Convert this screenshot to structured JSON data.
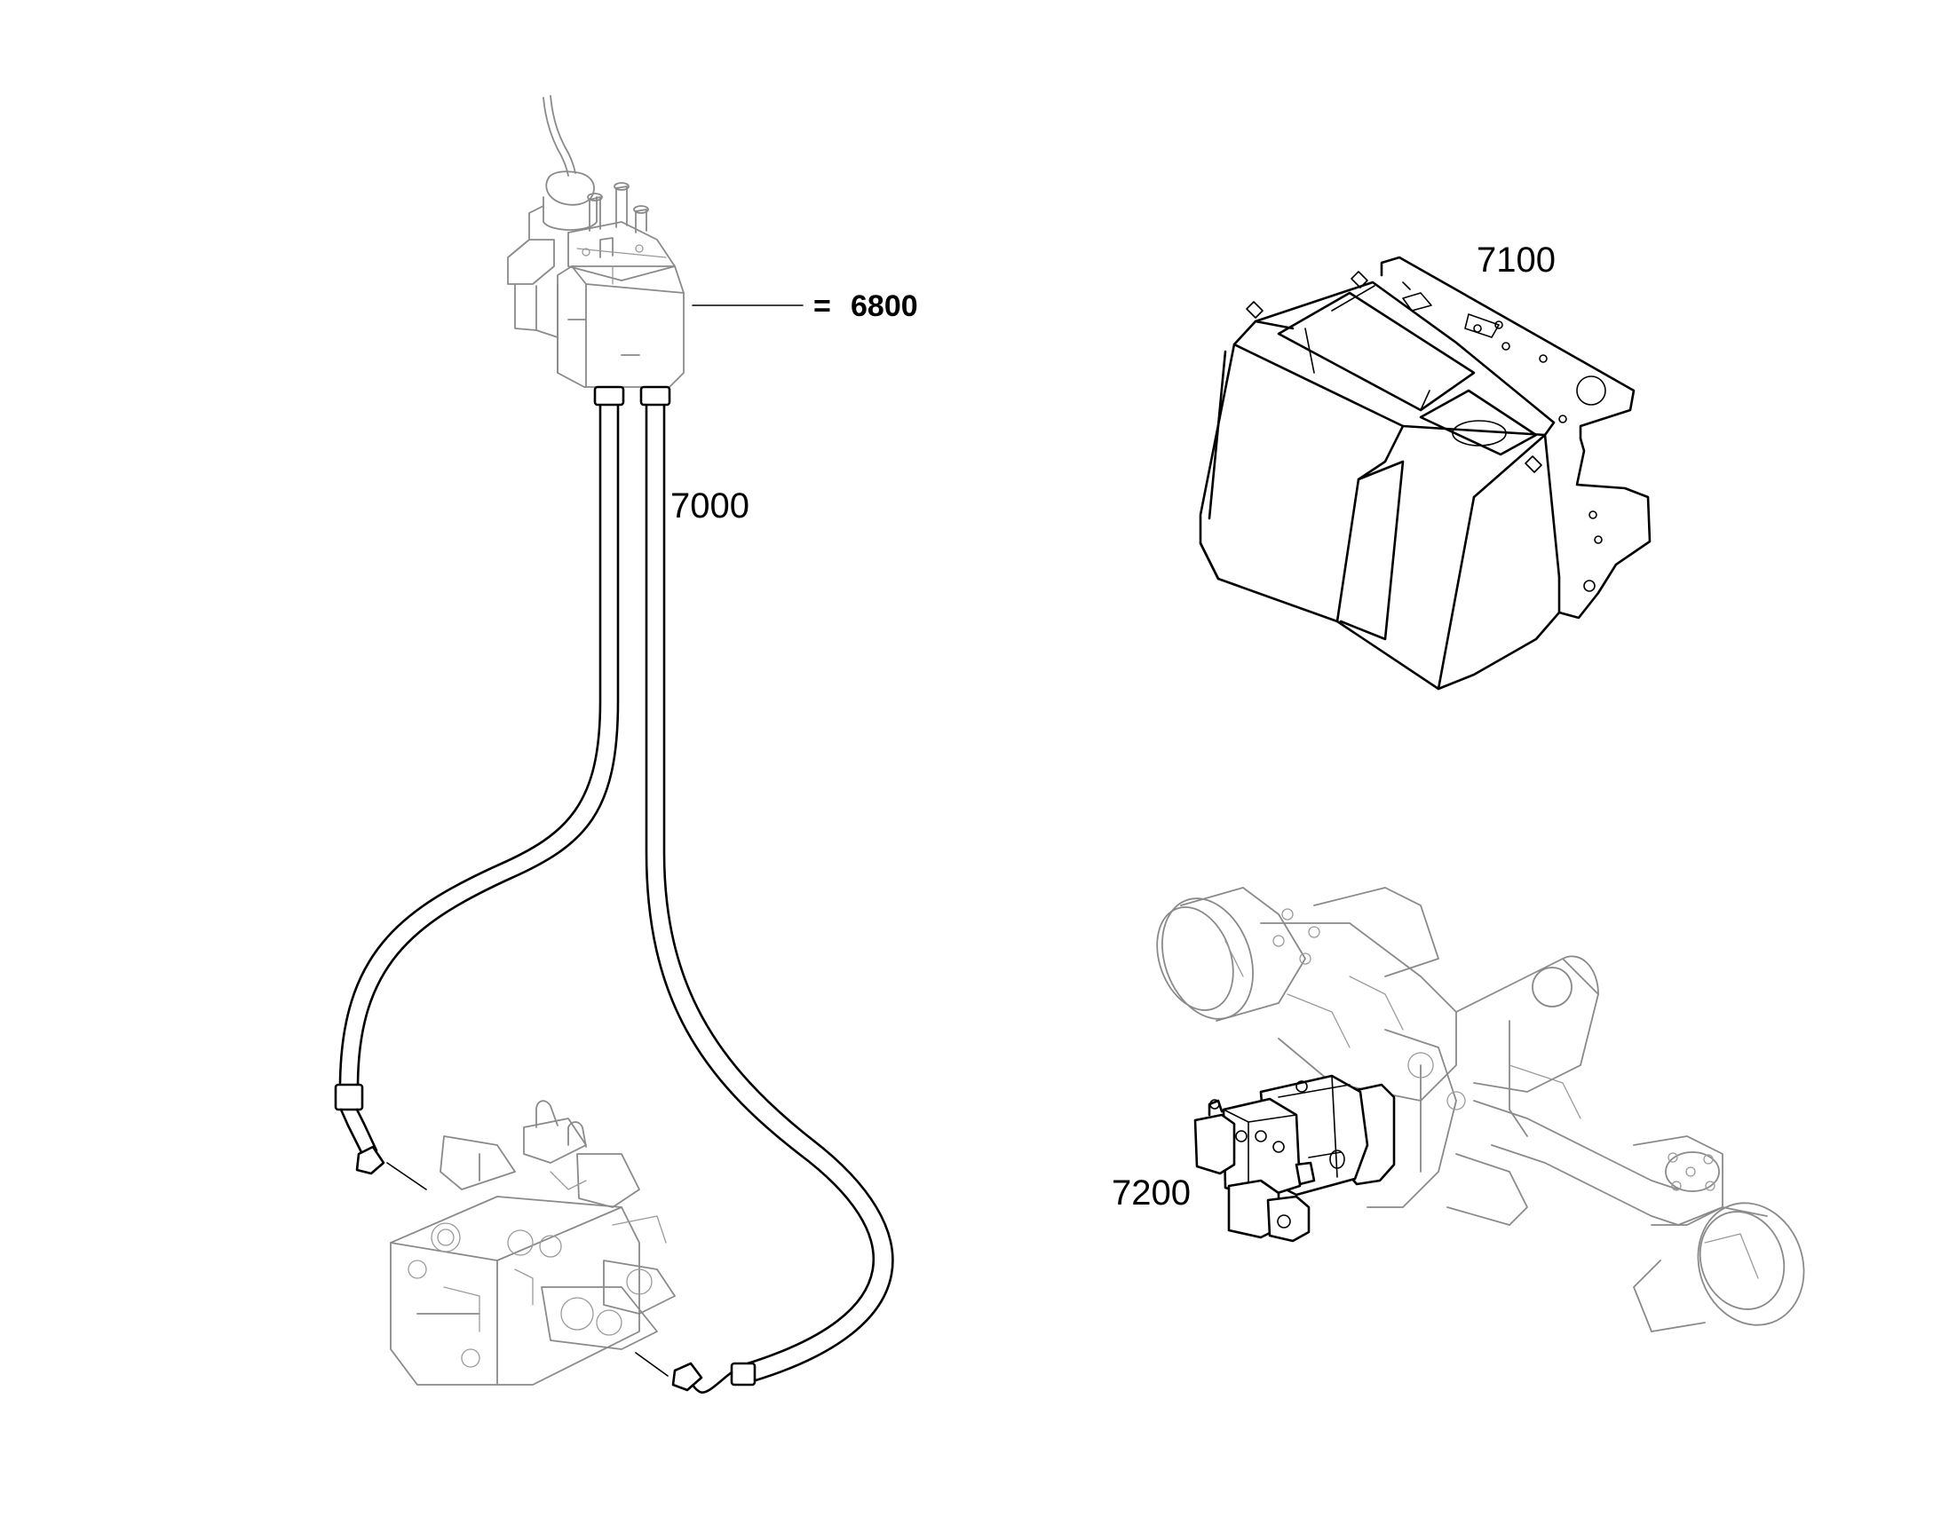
{
  "callouts": {
    "joystick": {
      "prefix": "=",
      "number": "6800"
    },
    "hoses": "7000",
    "cab_panel": "7100",
    "axle_pump": "7200"
  },
  "icons": [
    "joystick-control-valve-icon",
    "hydraulic-hose-assembly-icon",
    "main-control-valve-block-icon",
    "cab-console-housing-icon",
    "drive-axle-icon",
    "hydraulic-motor-icon"
  ],
  "colors": {
    "ink": "#000000",
    "ghost": "#8a8a8a",
    "background": "#ffffff"
  }
}
